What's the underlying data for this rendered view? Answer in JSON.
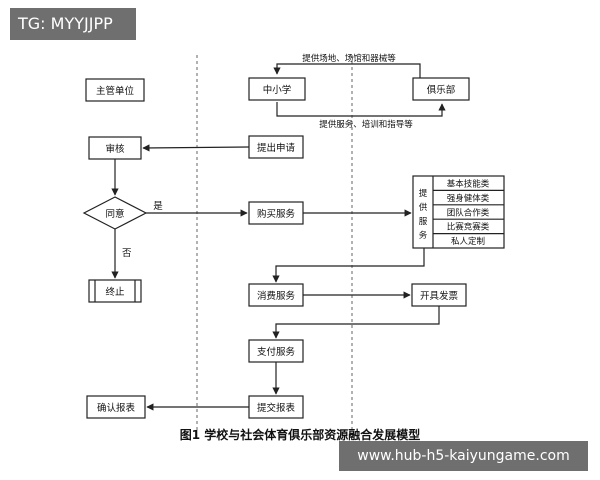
{
  "watermark_top": "TG: MYYJJPP",
  "watermark_bottom": "www.hub-h5-kaiyungame.com",
  "caption": "图1  学校与社会体育俱乐部资源融合发展模型",
  "nodes": {
    "authority": "主管单位",
    "school": "中小学",
    "club": "俱乐部",
    "review": "审核",
    "submit_application": "提出申请",
    "decision": "同意",
    "buy_service": "购买服务",
    "end": "终止",
    "consume_service": "消费服务",
    "issue_invoice": "开具发票",
    "pay_service": "支付服务",
    "submit_report": "提交报表",
    "confirm_report": "确认报表"
  },
  "service_group": {
    "title_chars": [
      "提",
      "供",
      "服",
      "务"
    ],
    "items": [
      "基本技能类",
      "强身健体类",
      "团队合作类",
      "比赛竞赛类",
      "私人定制"
    ]
  },
  "edges": {
    "club_to_school": "提供场地、场馆和器械等",
    "school_to_club": "提供服务、培训和指导等",
    "yes": "是",
    "no": "否"
  }
}
